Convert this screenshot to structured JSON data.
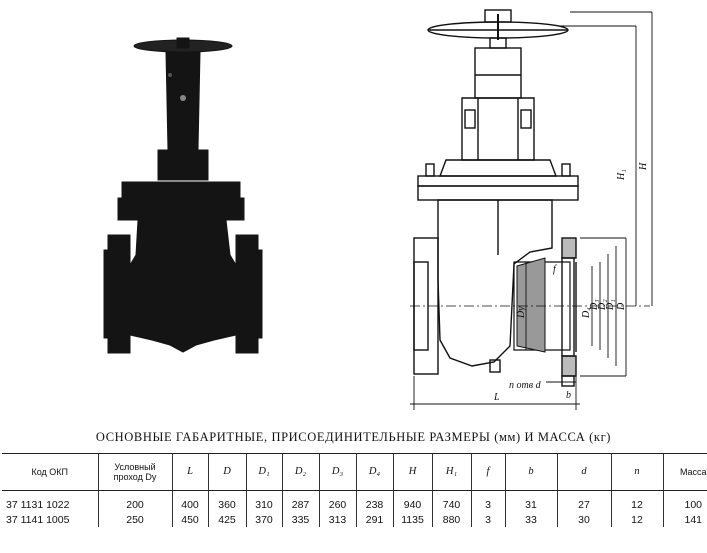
{
  "drawing": {
    "dimension_labels": {
      "H1": "H₁",
      "H": "H",
      "L": "L",
      "Dy": "Dy",
      "f": "f",
      "b": "b",
      "D4": "D₄",
      "D3": "D₃",
      "D2": "D₂",
      "D1": "D₁",
      "D": "D",
      "holes": "n отв d"
    }
  },
  "table": {
    "title": "ОСНОВНЫЕ ГАБАРИТНЫЕ, ПРИСОЕДИНИТЕЛЬНЫЕ  РАЗМЕРЫ (мм) И МАССА (кг)",
    "headers": {
      "code": "Код ОКП",
      "dy": "Условный проход Dy",
      "L": "L",
      "D": "D",
      "D1": "D₁",
      "D2": "D₂",
      "D3": "D₃",
      "D4": "D₄",
      "H": "H",
      "H1": "H₁",
      "f": "f",
      "b": "b",
      "d": "d",
      "n": "n",
      "mass": "Масса"
    },
    "rows": [
      {
        "code": "37 1131 1022",
        "dy": "200",
        "L": "400",
        "D": "360",
        "D1": "310",
        "D2": "287",
        "D3": "260",
        "D4": "238",
        "H": "940",
        "H1": "740",
        "f": "3",
        "b": "31",
        "d": "27",
        "n": "12",
        "mass": "100"
      },
      {
        "code": "37 1141 1005",
        "dy": "250",
        "L": "450",
        "D": "425",
        "D1": "370",
        "D2": "335",
        "D3": "313",
        "D4": "291",
        "H": "1135",
        "H1": "880",
        "f": "3",
        "b": "33",
        "d": "30",
        "n": "12",
        "mass": "141"
      }
    ]
  }
}
